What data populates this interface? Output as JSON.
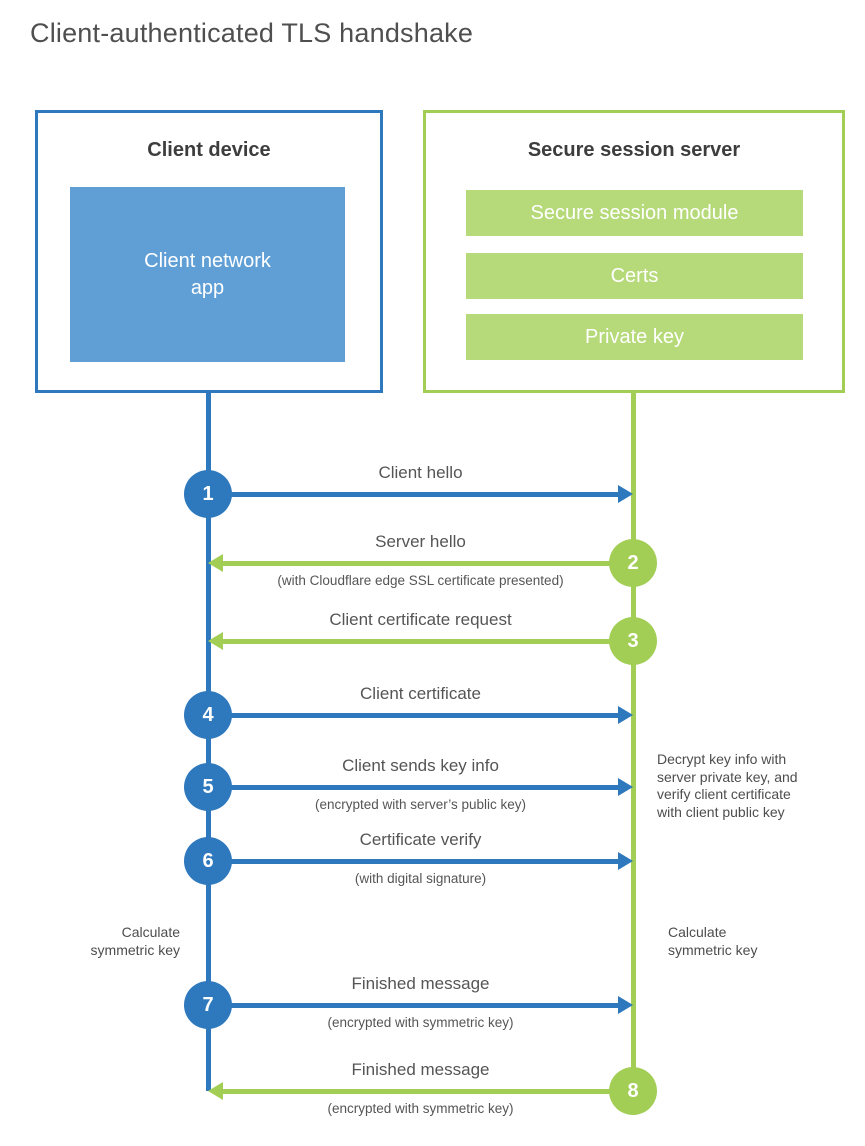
{
  "title": "Client-authenticated TLS handshake",
  "colors": {
    "blue": "#2e78bd",
    "light_blue": "#5f9fd6",
    "green": "#a2ce55",
    "light_green": "#b6da79"
  },
  "client_box": {
    "title": "Client device",
    "app_label": "Client network\napp"
  },
  "server_box": {
    "title": "Secure session server",
    "modules": [
      "Secure session module",
      "Certs",
      "Private key"
    ]
  },
  "steps": [
    {
      "num": "1",
      "label": "Client hello",
      "sub": ""
    },
    {
      "num": "2",
      "label": "Server hello",
      "sub": "(with Cloudflare edge SSL certificate presented)"
    },
    {
      "num": "3",
      "label": "Client certificate request",
      "sub": ""
    },
    {
      "num": "4",
      "label": "Client certificate",
      "sub": ""
    },
    {
      "num": "5",
      "label": "Client sends key info",
      "sub": "(encrypted with server’s public key)"
    },
    {
      "num": "6",
      "label": "Certificate verify",
      "sub": "(with digital signature)"
    },
    {
      "num": "7",
      "label": "Finished message",
      "sub": "(encrypted with symmetric key)"
    },
    {
      "num": "8",
      "label": "Finished message",
      "sub": "(encrypted with symmetric key)"
    }
  ],
  "notes": {
    "client_calculate": "Calculate\nsymmetric key",
    "server_calculate": "Calculate\nsymmetric key",
    "server_decrypt": "Decrypt key info with\nserver private key, and\nverify client certificate\nwith client public key"
  }
}
